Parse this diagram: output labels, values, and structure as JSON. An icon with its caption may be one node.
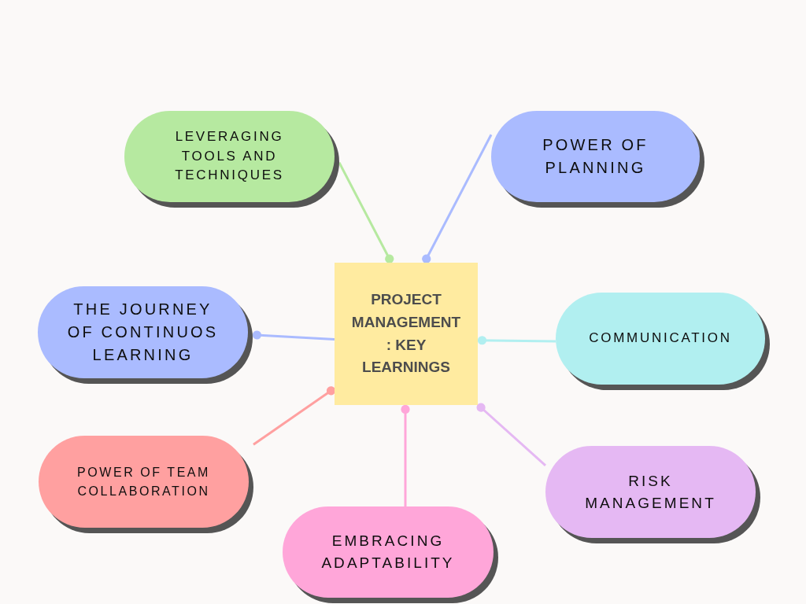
{
  "diagram": {
    "nodes": [
      {
        "text": [
          "PROJECT MANAGEMENT : KEY LEARNINGS"
        ]
      },
      {
        "text": [
          "LEVERAGING TOOLS AND TECHNIQUES"
        ]
      },
      {
        "text": [
          "POWER OF PLANNING"
        ]
      },
      {
        "text": [
          "THE JOURNEY OF CONTINUOS LEARNING"
        ]
      },
      {
        "text": [
          "COMMUNICATION"
        ]
      },
      {
        "text": [
          "POWER OF TEAM COLLABORATION"
        ]
      },
      {
        "text": [
          "RISK MANAGEMENT"
        ]
      },
      {
        "text": [
          "EMBRACING ADAPTABILITY"
        ]
      }
    ],
    "edges": [
      {
        "from": 1,
        "to": 0,
        "arrow": "other",
        "color": "#b6e9a0"
      },
      {
        "from": 2,
        "to": 0,
        "arrow": "other",
        "color": "#aabbff"
      },
      {
        "from": 0,
        "to": 3,
        "arrow": "other",
        "color": "#aabbff"
      },
      {
        "from": 4,
        "to": 0,
        "arrow": "other",
        "color": "#b1eff0"
      },
      {
        "from": 5,
        "to": 0,
        "arrow": "other",
        "color": "#ffa0a0"
      },
      {
        "from": 6,
        "to": 0,
        "arrow": "other",
        "color": "#e5b8f3"
      },
      {
        "from": 7,
        "to": 0,
        "arrow": "other",
        "color": "#ffa6d9"
      }
    ]
  }
}
